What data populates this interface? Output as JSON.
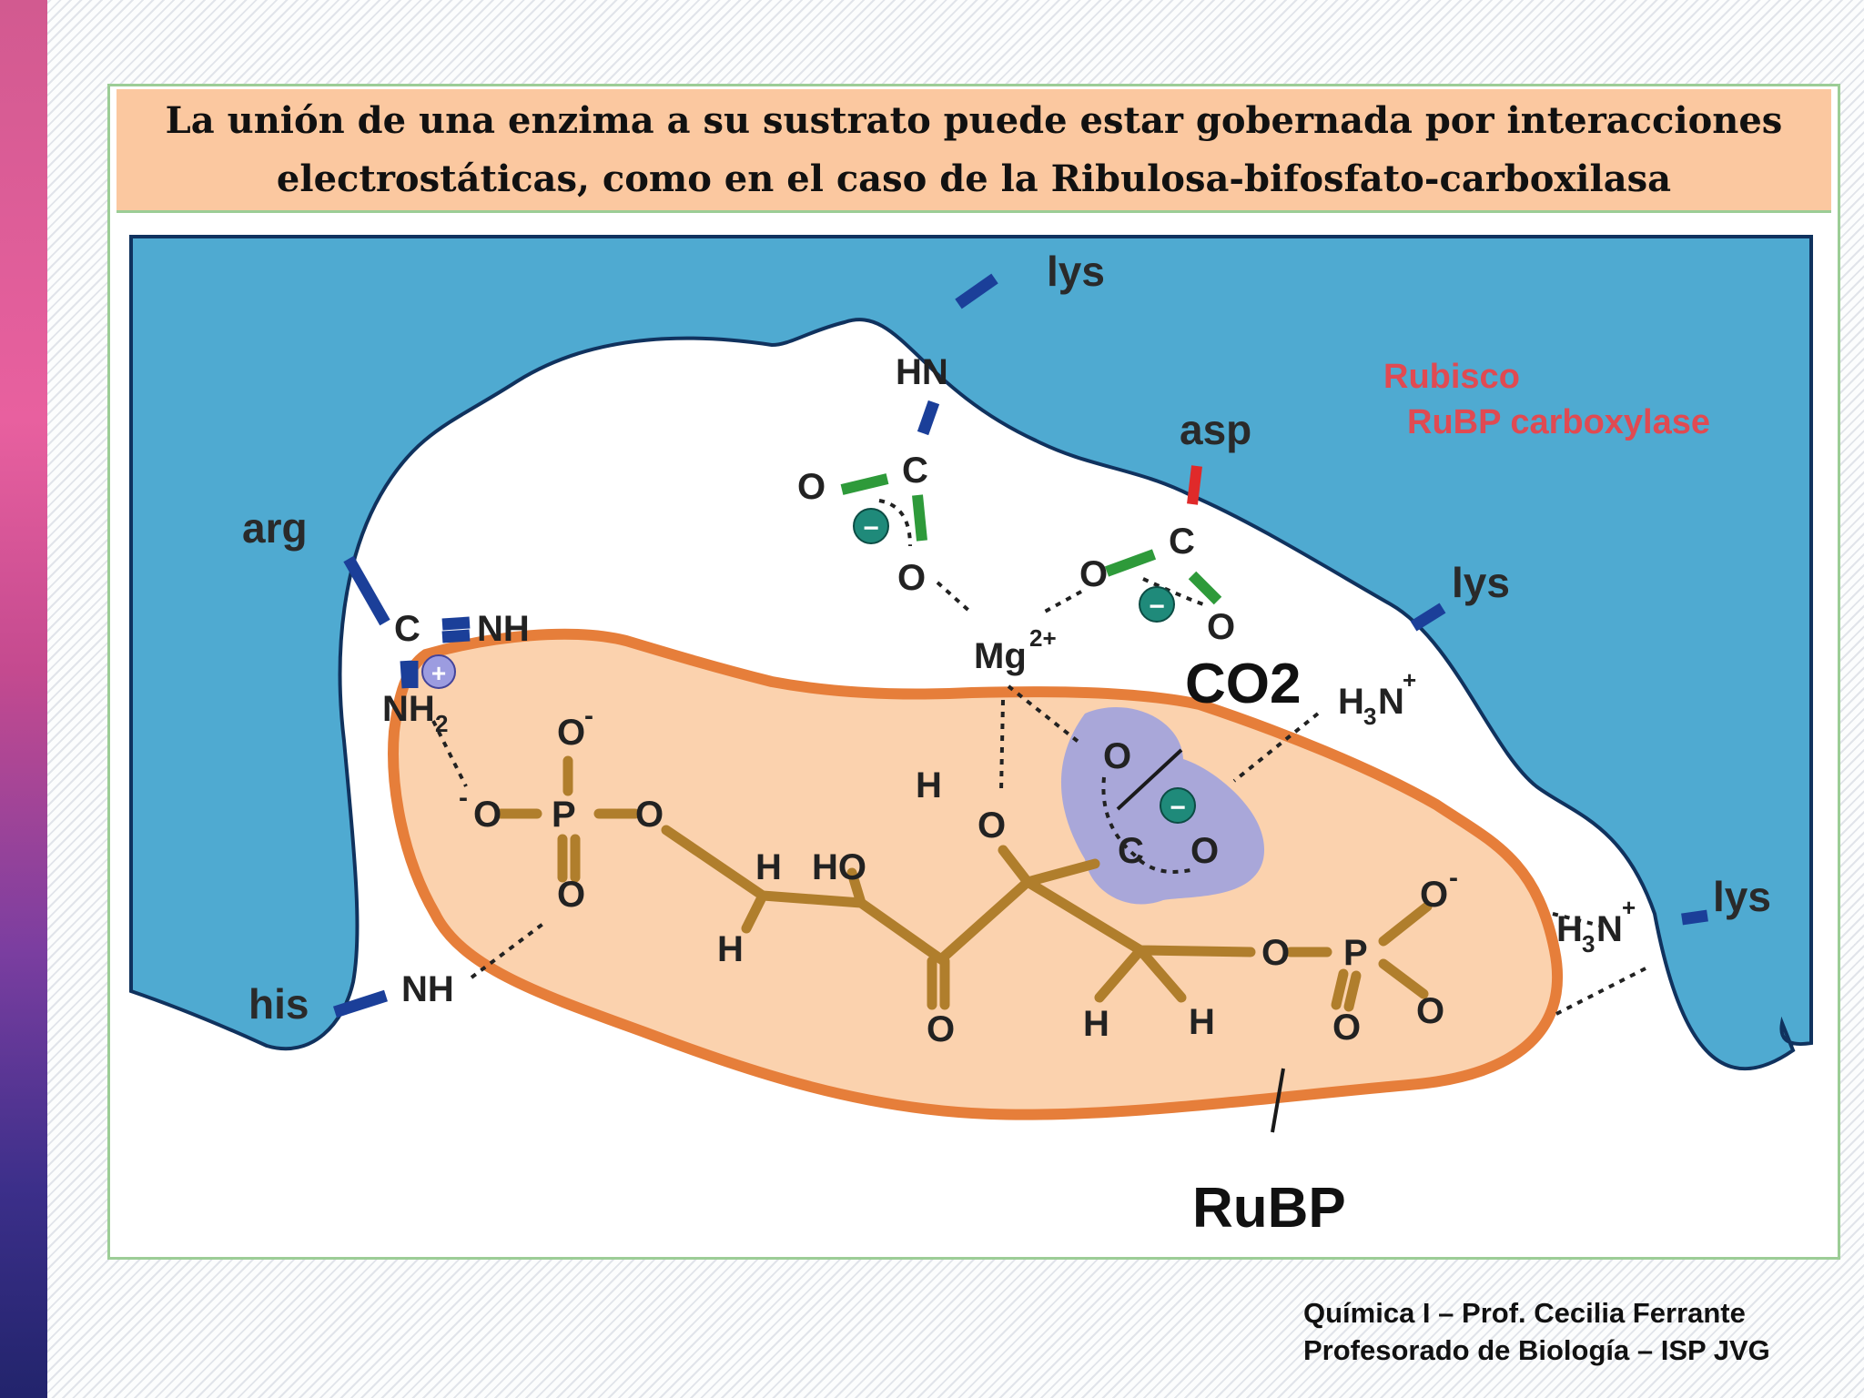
{
  "header": {
    "title": "La unión de una enzima a su sustrato puede estar gobernada por interacciones\nelectrostáticas, como en el caso de la Ribulosa-bifosfato-carboxilasa"
  },
  "diagram": {
    "enzyme_label_line1": "Rubisco",
    "enzyme_label_line2": "RuBP carboxylase",
    "substrate_label": "RuBP",
    "co2_label": "CO2",
    "residues": {
      "lys_top": "lys",
      "asp": "asp",
      "arg": "arg",
      "lys_right": "lys",
      "lys_far_right": "lys",
      "his": "his"
    },
    "atoms": {
      "hn_lys": "HN",
      "c_carbamate": "C",
      "o_carbamate_left": "O",
      "o_carbamate_bottom": "O",
      "c_asp": "C",
      "o_asp_left": "O",
      "o_asp_bottom": "O",
      "mg": "Mg",
      "mg_charge": "2+",
      "c_arg": "C",
      "nh_arg": "NH",
      "nh2_arg": "NH",
      "nh2_sub": "2",
      "h3n_right_h": "H",
      "h3n_right_3": "3",
      "h3n_right_n": "N",
      "h3n_right_plus": "+",
      "h3n_far_h": "H",
      "h3n_far_3": "3",
      "h3n_far_n": "N",
      "h3n_far_plus": "+",
      "nh_his": "NH",
      "p_left": "P",
      "o_p_left_top": "O",
      "o_p_left_top_charge": "-",
      "o_p_left_left": "O",
      "o_p_left_left_charge": "-",
      "o_p_left_right": "O",
      "o_p_left_bottom": "O",
      "h_c1_top": "H",
      "h_c1_bottom": "H",
      "ho_c2": "HO",
      "o_keto": "O",
      "h_hydroxyl": "H",
      "o_hydroxyl": "O",
      "o_co2_top": "O",
      "c_co2": "C",
      "o_co2_right": "O",
      "h_c5_left": "H",
      "h_c5_right": "H",
      "o_ester_right": "O",
      "p_right": "P",
      "o_p_right_top": "O",
      "o_p_right_top_charge": "-",
      "o_p_right_bottom_left": "O",
      "o_p_right_bottom_right": "O"
    },
    "charges": {
      "minus_carbamate": "−",
      "minus_asp": "−",
      "minus_co2": "−",
      "plus_arg": "+"
    }
  },
  "footer": {
    "line1": "Química I – Prof. Cecilia Ferrante",
    "line2": "Profesorado de Biología – ISP JVG"
  },
  "colors": {
    "enzyme_blue": "#4faad1",
    "substrate_fill": "#fbd2ae",
    "substrate_outline": "#e67e3a",
    "co2_highlight": "#9aa0e0",
    "carbon_chain": "#b07e2c",
    "rubisco_red": "#e04a52",
    "header_bg": "#fbc8a0",
    "panel_border": "#9ccd96"
  }
}
